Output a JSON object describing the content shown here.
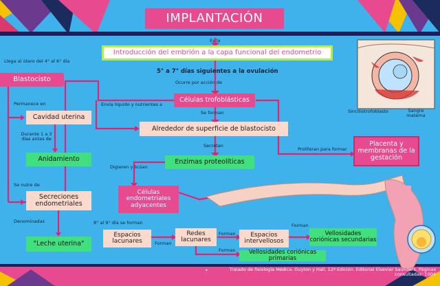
{
  "title": "IMPLANTACIÓN",
  "definition": {
    "connector": "Es la",
    "text": "Introducción del embrión a la capa funcional del endometrio"
  },
  "timing": {
    "text": "5° a 7° días siguientes a la ovulación",
    "connector": "Ocurre por acción de"
  },
  "central": "Células trofoblásticas",
  "blastocyst": {
    "label": "Blastocisto",
    "connector_top": "Llega al útero del 4° al 6° día",
    "connector_nutrients": "Envía líquido y nutrientes a"
  },
  "left_column": {
    "connector_1": "Permanece en",
    "cavity": "Cavidad uterina",
    "connector_2": "Durante 1 a 3 días antes de",
    "nesting": "Anidamiento",
    "connector_3": "Se nutre de",
    "secretions": "Secreciones endometriales",
    "connector_4": "Denominadas",
    "milk": "\"Leche uterina\""
  },
  "middle_column": {
    "connector_form": "Se forman",
    "surface": "Alrededor de superficie de blastocisto",
    "connector_secrete": "Secretan",
    "enzymes": "Enzimas proteolíticas",
    "connector_digest": "Digieren y licúan",
    "cells": "Células endometriales adyacentes"
  },
  "right_branch": {
    "connector": "Proliferan para formar",
    "placenta": "Placenta y membranas de la gestación"
  },
  "bottom_chain": {
    "connector_days": "8° al 9° día se forman",
    "lacunar_spaces": "Espacios lacunares",
    "connector_a": "Forman",
    "lacunar_networks": "Redes lacunares",
    "connector_b": "Forman",
    "intervillous": "Espacios intervellosos",
    "connector_c": "Forman",
    "secondary": "Vellosidades coriónicas secundarias",
    "connector_d": "Forman",
    "primary": "Vellosidades coriónicas primarias"
  },
  "illustration_labels": {
    "syncytio": "Sincitiotrofoblasto",
    "blood": "Sangre materna"
  },
  "footer": {
    "bullet": "•",
    "citation": "Tratado de fisiología Médica. Guyton y Hall. 12ª Edición. Editorial Elsevier Saunders. Páginas consultadas: 1004"
  },
  "colors": {
    "background": "#3fb2ec",
    "accent_pink": "#e84a8f",
    "peach": "#fbd9cc",
    "green": "#40df7f",
    "lime_border": "#b8ef3c"
  }
}
